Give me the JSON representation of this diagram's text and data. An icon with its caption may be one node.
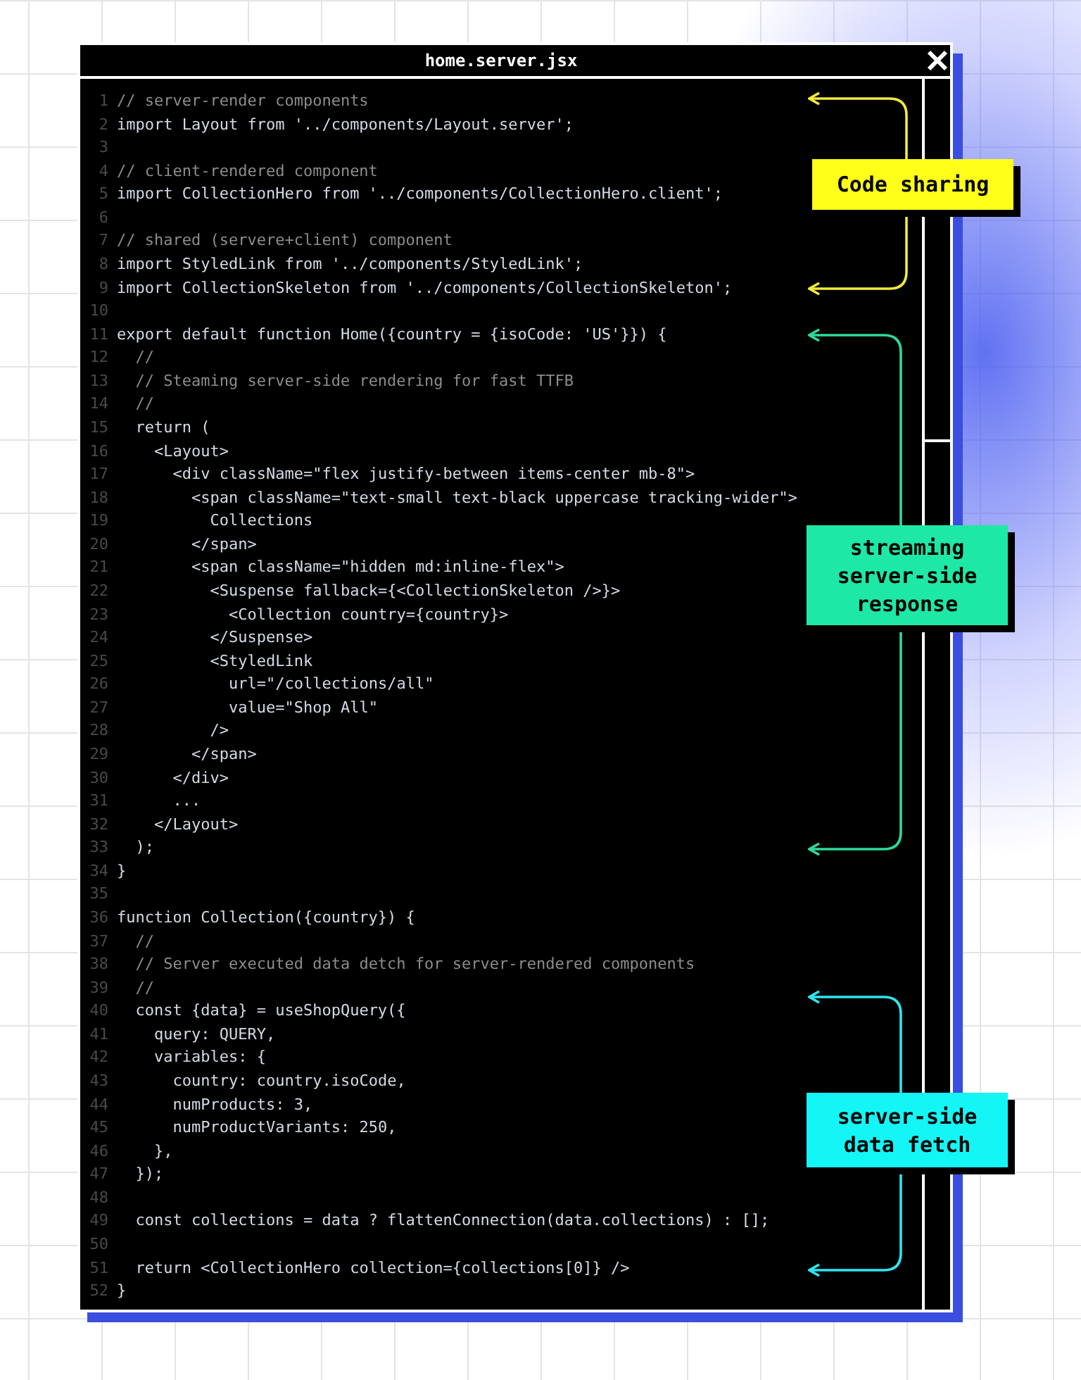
{
  "diagram": {
    "nodes": [
      {
        "text": [
          "home.server.jsx"
        ]
      },
      {
        "text": [
          "Code sharing"
        ]
      },
      {
        "text": [
          "streaming server-side response"
        ]
      },
      {
        "text": [
          "server-side data fetch"
        ]
      }
    ],
    "edges": [
      {
        "from": 1,
        "to": 0,
        "arrow": "to",
        "color": "#f2ea3a"
      },
      {
        "from": 1,
        "to": 0,
        "arrow": "to",
        "color": "#f2ea3a"
      },
      {
        "from": 2,
        "to": 0,
        "arrow": "to",
        "color": "#2fd89a"
      },
      {
        "from": 2,
        "to": 0,
        "arrow": "to",
        "color": "#2fd89a"
      },
      {
        "from": 3,
        "to": 0,
        "arrow": "to",
        "color": "#2ee6f0"
      },
      {
        "from": 3,
        "to": 0,
        "arrow": "to",
        "color": "#2ee6f0"
      }
    ],
    "labels": [
      "1",
      "// server-render components",
      "2",
      "import Layout from '../components/Layout.server';",
      "3",
      "4",
      "// client-rendered component",
      "5",
      "import CollectionHero from '../components/CollectionHero.client';",
      "6",
      "7",
      "// shared (servere+client) component",
      "8",
      "import StyledLink from '../components/StyledLink';",
      "9",
      "import CollectionSkeleton from '../components/CollectionSkeleton';",
      "10",
      "11",
      "export default function Home({country = {isoCode: 'US'}}) {",
      "12",
      "//",
      "13",
      "// Steaming server-side rendering for fast TTFB",
      "14",
      "//",
      "15",
      "return (",
      "16",
      "<Layout>",
      "17",
      "<div className=\"flex justify-between items-center mb-8\">",
      "18",
      "<span className=\"text-small text-black uppercase tracking-wider\">",
      "19",
      "Collections",
      "20",
      "</span>",
      "21",
      "<span className=\"hidden md:inline-flex\">",
      "22",
      "<Suspense fallback={<CollectionSkeleton />}>",
      "23",
      "<Collection country={country}>",
      "24",
      "</Suspense>",
      "25",
      "<StyledLink",
      "26",
      "url=\"/collections/all\"",
      "27",
      "value=\"Shop All\"",
      "28",
      "/>",
      "29",
      "</span>",
      "30",
      "</div>",
      "31",
      "...",
      "32",
      "</Layout>",
      "33",
      ");",
      "34",
      "}",
      "35",
      "36",
      "function Collection({country}) {",
      "37",
      "//",
      "38",
      "// Server executed data detch for server-rendered components",
      "39",
      "//",
      "40",
      "const {data} = useShopQuery({",
      "41",
      "query: QUERY,",
      "42",
      "variables: {",
      "43",
      "country: country.isoCode,",
      "44",
      "numProducts: 3,",
      "45",
      "numProductVariants: 250,",
      "46",
      "},",
      "47",
      "});",
      "48",
      "49",
      "const collections = data ? flattenConnection(data.collections) : [];",
      "50",
      "51",
      "return <CollectionHero collection={collections[0]} />",
      "52",
      "}"
    ]
  }
}
